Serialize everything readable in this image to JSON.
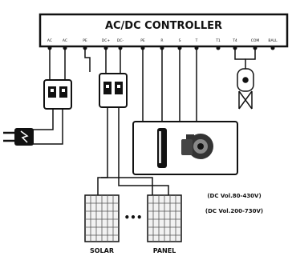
{
  "controller": {
    "title": "AC/DC CONTROLLER",
    "terminals": [
      "AC",
      "AC",
      "PE",
      "DC+",
      "DC-",
      "PE",
      "R",
      "S",
      "T",
      "T1",
      "T4",
      "COM",
      "BALL"
    ]
  },
  "notes": {
    "dc_voltage_1": "(DC Vol.80-430V)",
    "dc_voltage_2": "(DC Vol.200-730V)"
  },
  "solar": {
    "left_word": "SOLAR",
    "right_word": "PANEL",
    "ellipsis": "•••"
  },
  "colors": {
    "line": "#111111",
    "background": "#ffffff",
    "panel_fill": "#f2f2f2"
  },
  "icons": [
    "breaker-icon",
    "power-plug-icon",
    "submersible-pump-icon",
    "surface-pump-icon",
    "water-tank-icon",
    "solar-panel-icon"
  ]
}
